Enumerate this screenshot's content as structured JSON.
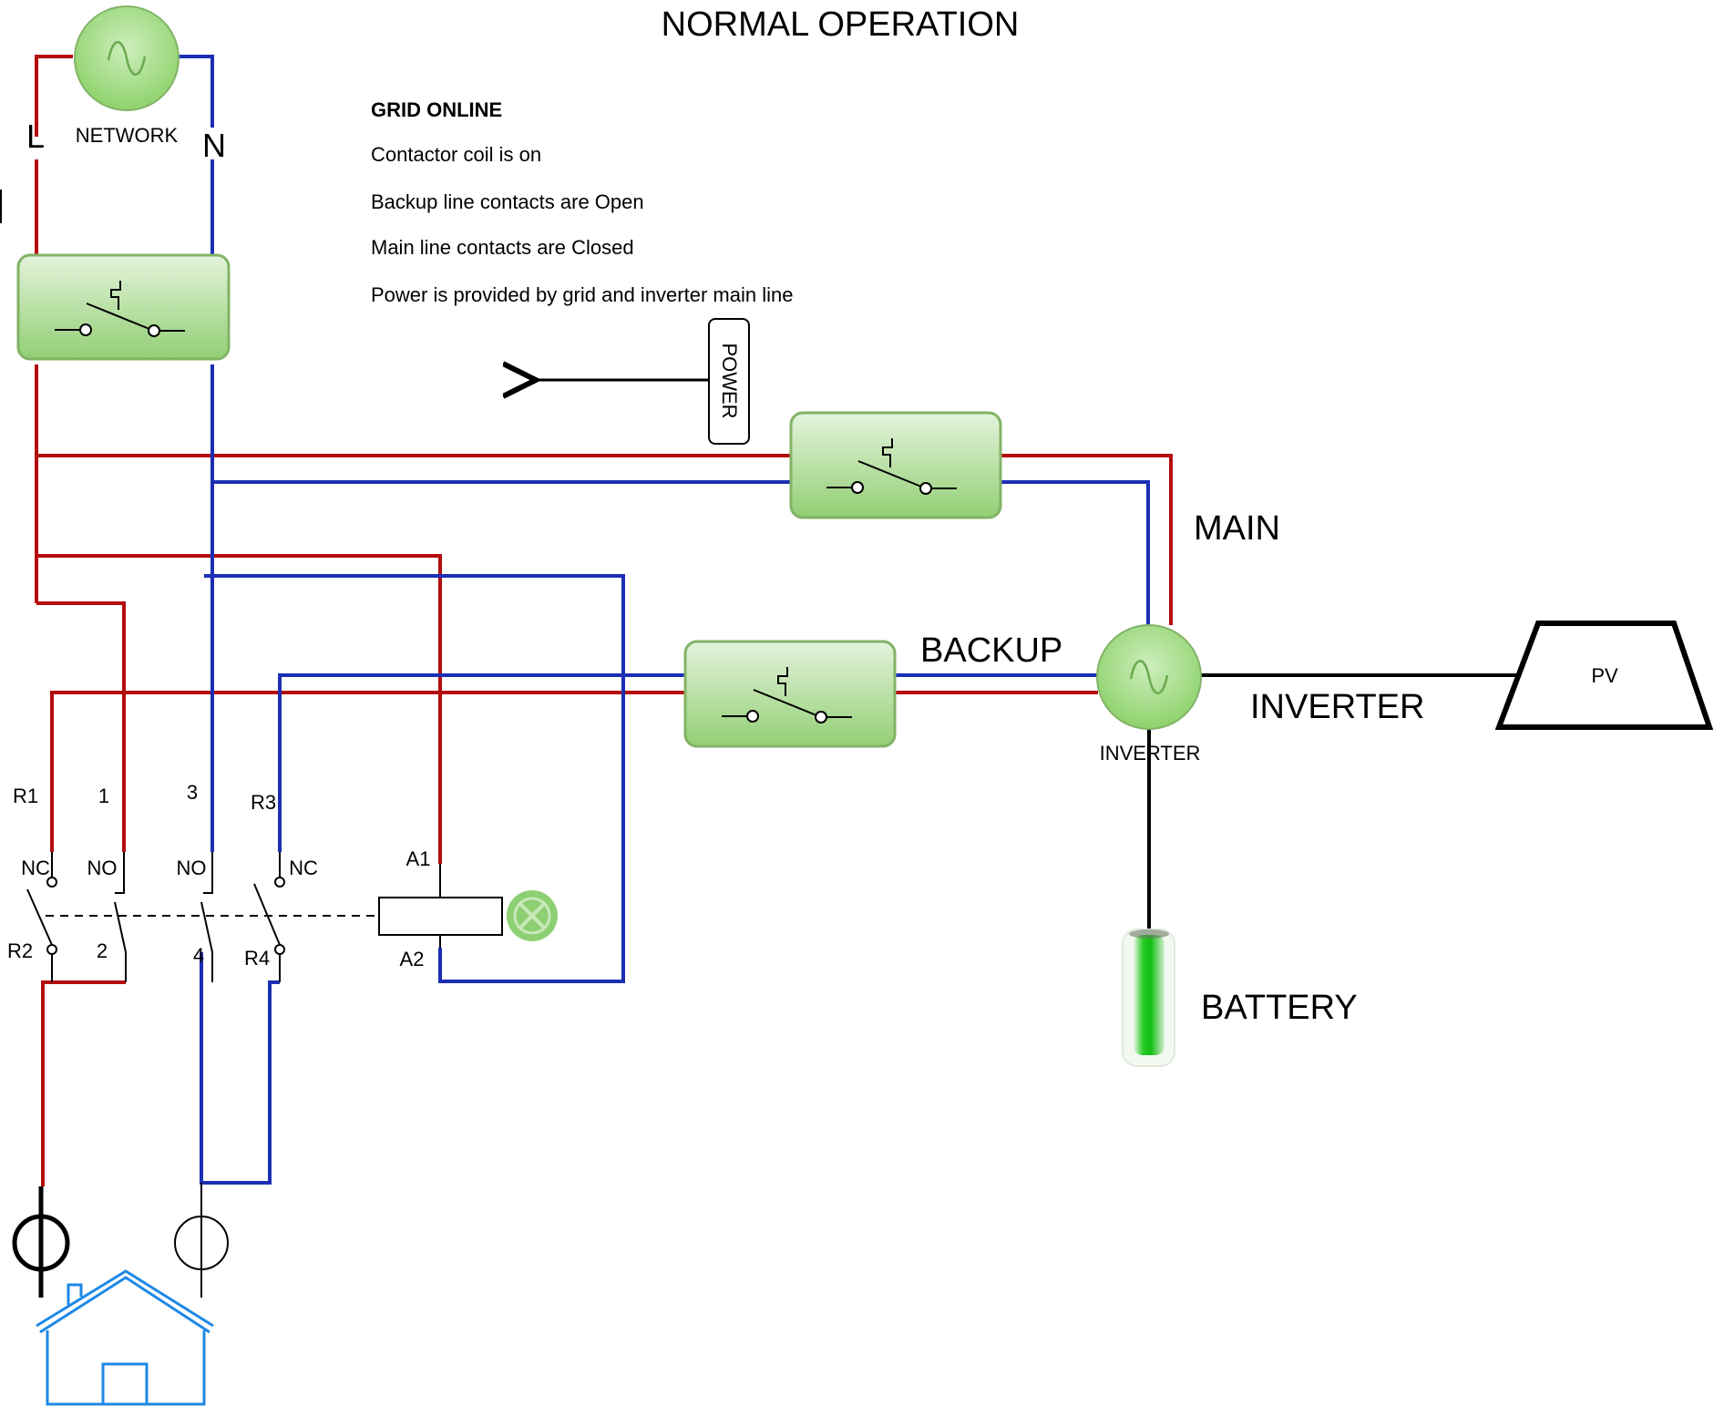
{
  "title": "NORMAL OPERATION",
  "status": {
    "heading": "GRID ONLINE",
    "lines": [
      "Contactor coil is on",
      "Backup line contacts are Open",
      "Main line contacts are Closed",
      "Power is provided by grid and inverter main line"
    ]
  },
  "power_label": "POWER",
  "network": {
    "label": "NETWORK",
    "line_label": "L",
    "neutral_label": "N"
  },
  "lines": {
    "main": "MAIN",
    "backup": "BACKUP",
    "inverter": "INVERTER",
    "battery": "BATTERY"
  },
  "inverter_caption": "INVERTER",
  "pv_label": "PV",
  "contactor": {
    "terminals_top": [
      "R1",
      "1",
      "3",
      "R3"
    ],
    "contact_types": [
      "NC",
      "NO",
      "NO",
      "NC"
    ],
    "terminals_bottom": [
      "R2",
      "2",
      "4",
      "R4"
    ],
    "coil_top": "A1",
    "coil_bottom": "A2"
  },
  "colors": {
    "live": "#b40d0d",
    "neutral": "#1c2fb4",
    "breaker_fill": "#a6dc8c",
    "house": "#1e88e5"
  }
}
